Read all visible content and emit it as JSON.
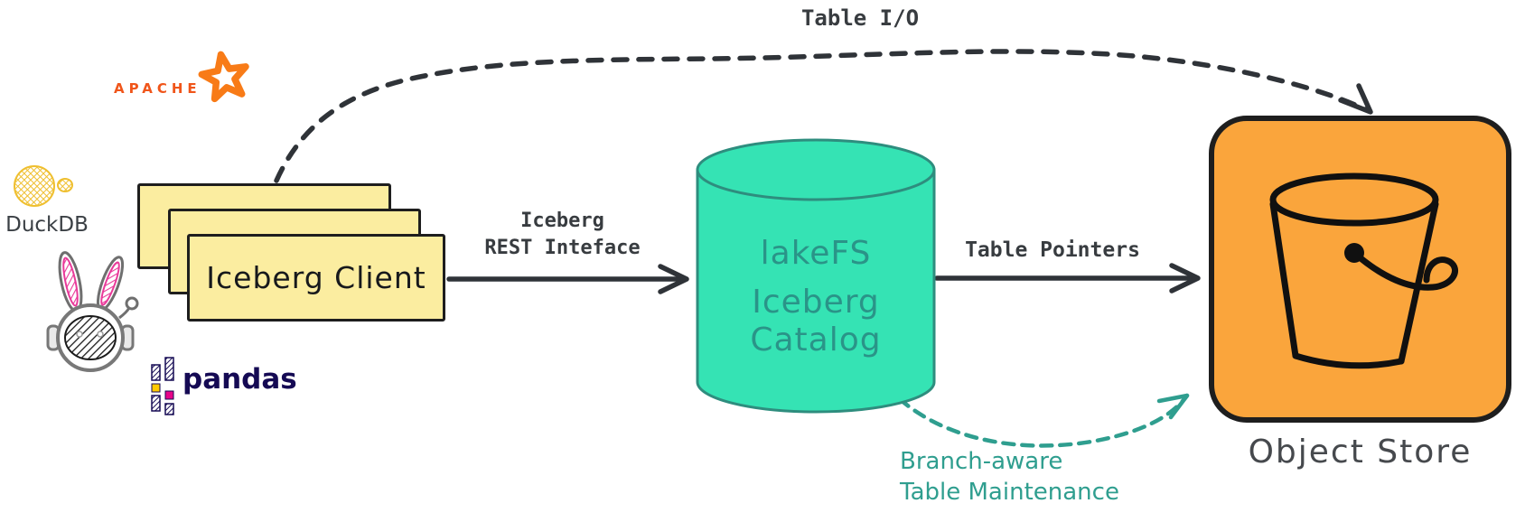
{
  "diagram": {
    "logos": {
      "apache": "APACHE",
      "duckdb": "DuckDB",
      "pandas": "pandas"
    },
    "client": {
      "label": "Iceberg Client"
    },
    "catalog": {
      "line1": "lakeFS",
      "line2": "Iceberg",
      "line3": "Catalog"
    },
    "object_store": {
      "label": "Object Store"
    },
    "edges": {
      "table_io": "Table I/O",
      "rest_line1": "Iceberg",
      "rest_line2": "REST Inteface",
      "pointers": "Table Pointers",
      "maintenance_line1": "Branch-aware",
      "maintenance_line2": "Table Maintenance"
    },
    "colors": {
      "card_fill": "#FBEDA0",
      "card_stroke": "#1E1E1E",
      "catalog_fill": "#35E3B4",
      "catalog_stroke": "#2E8D7E",
      "catalog_text": "#2A9488",
      "store_fill": "#FAA53C",
      "store_stroke": "#1E1E1E",
      "arrow_dark": "#2F3338",
      "label_gray": "#383C40",
      "teal_accent": "#2F9E8F",
      "apache_orange": "#F87B17",
      "apache_text_orange": "#F0551A",
      "duckdb_yellow": "#EFBF2F",
      "pandas_navy": "#150A54",
      "pandas_pink": "#E70488",
      "pandas_yellow": "#FFCA00",
      "bunny_pink": "#E93A9A"
    }
  }
}
